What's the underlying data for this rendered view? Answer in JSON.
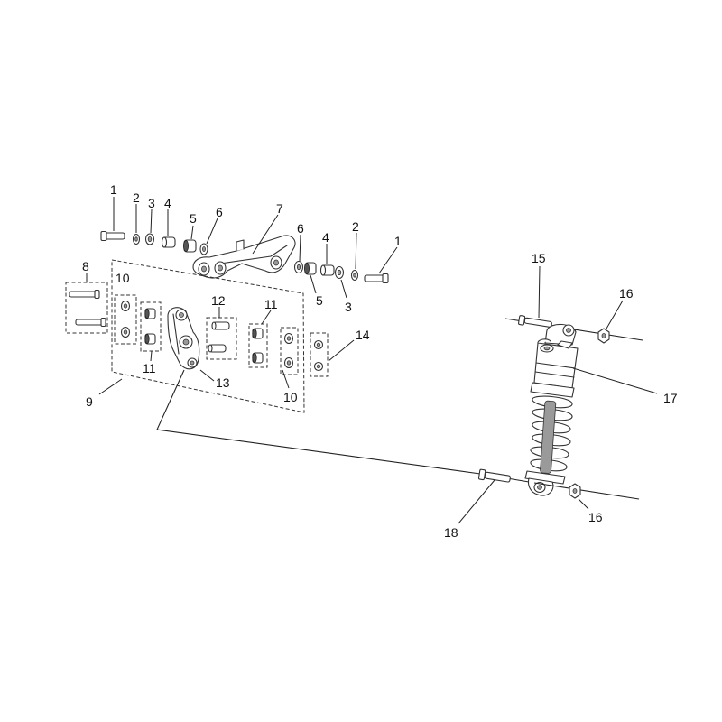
{
  "labels": {
    "l1a": "1",
    "l2a": "2",
    "l3a": "3",
    "l4a": "4",
    "l5a": "5",
    "l6a": "6",
    "l7": "7",
    "l6b": "6",
    "l4b": "4",
    "l2b": "2",
    "l1b": "1",
    "l5b": "5",
    "l3b": "3",
    "l8": "8",
    "l10a": "10",
    "l11a": "11",
    "l12": "12",
    "l11b": "11",
    "l14": "14",
    "l13": "13",
    "l10b": "10",
    "l9": "9",
    "l15": "15",
    "l16a": "16",
    "l17": "17",
    "l16b": "16",
    "l18": "18"
  }
}
